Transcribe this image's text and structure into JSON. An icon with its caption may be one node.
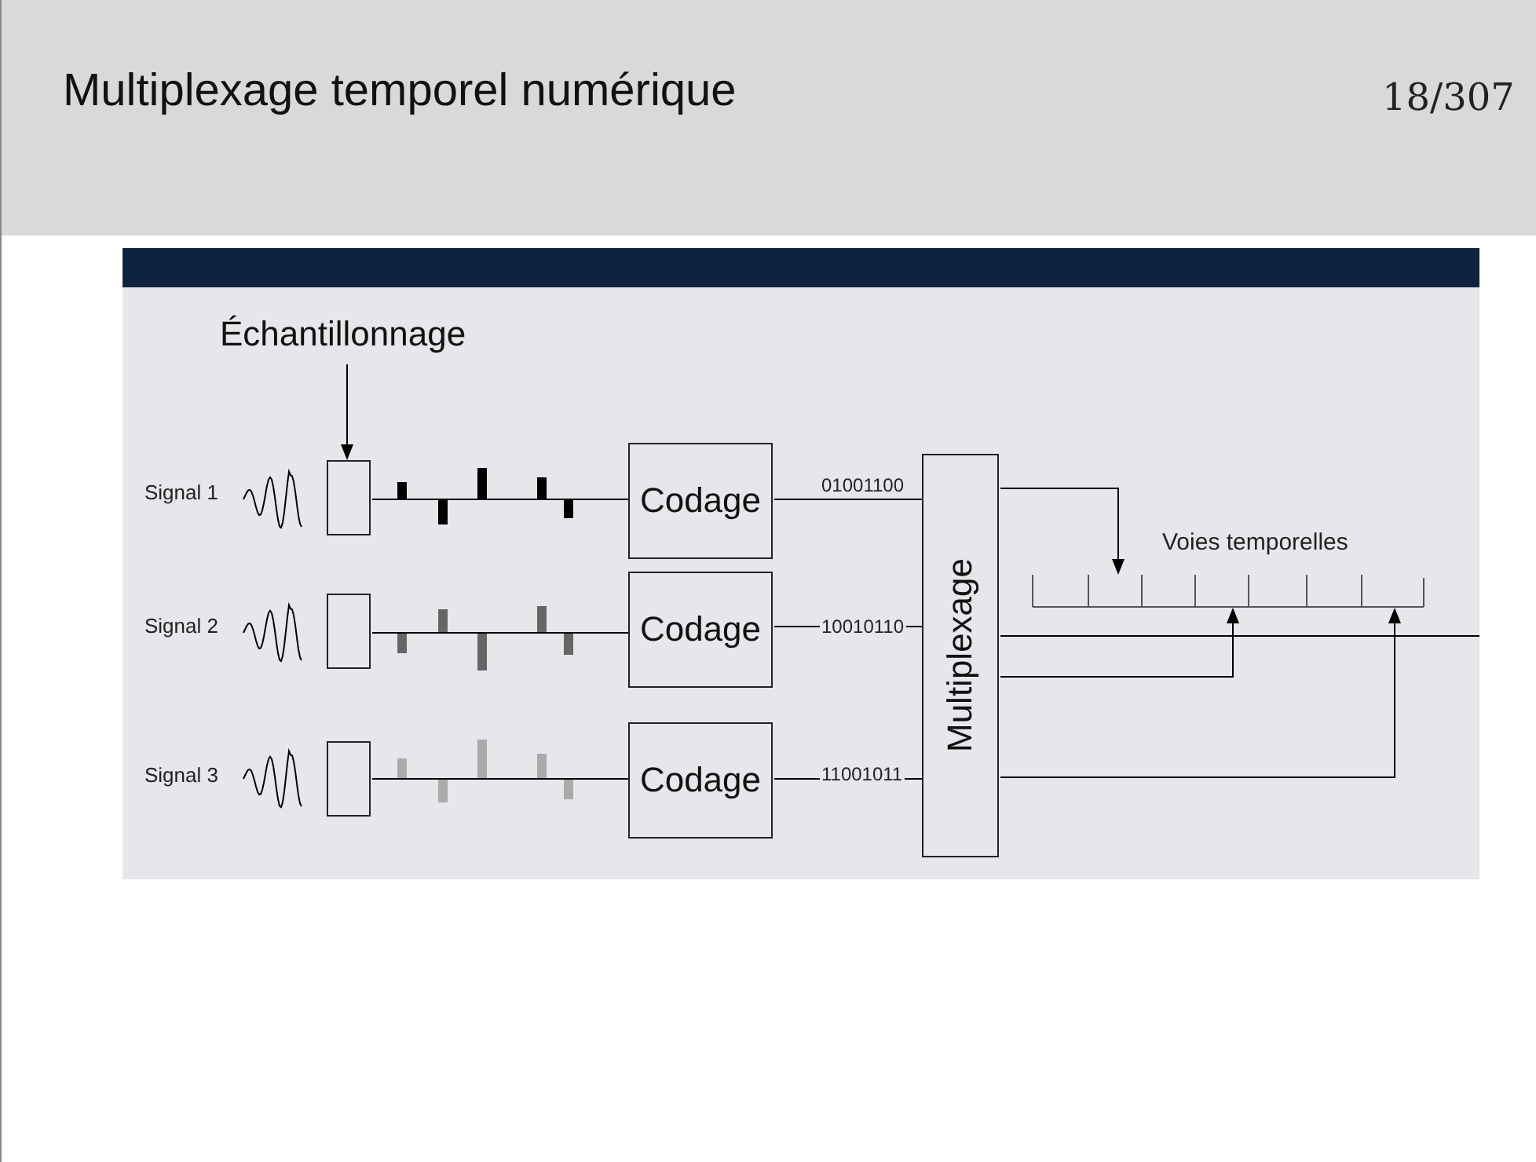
{
  "diagram": {
    "title": "Multiplexage temporel numérique",
    "nodes": [
      {
        "text": [
          "Échantillonnage"
        ]
      },
      {
        "text": [],
        "shape": "box"
      },
      {
        "text": [],
        "shape": "box"
      },
      {
        "text": [],
        "shape": "box"
      },
      {
        "text": [
          "Codage"
        ]
      },
      {
        "text": [
          "Codage"
        ]
      },
      {
        "text": [
          "Codage"
        ]
      },
      {
        "text": [
          "Multiplexage"
        ]
      },
      {
        "text": [],
        "shape": "bar",
        "beside": [
          "Voies temporelles"
        ]
      }
    ],
    "edges": [
      {
        "from": 0,
        "to": 1,
        "arrow": "to"
      },
      {
        "from": 1,
        "to": 4,
        "arrow": "none"
      },
      {
        "from": 2,
        "to": 5,
        "arrow": "none"
      },
      {
        "from": 3,
        "to": 6,
        "arrow": "none"
      },
      {
        "from": 4,
        "to": 7,
        "label": "01001100",
        "arrow": "none"
      },
      {
        "from": 5,
        "to": 7,
        "label": "10010110",
        "arrow": "none"
      },
      {
        "from": 6,
        "to": 7,
        "label": "11001011",
        "arrow": "none"
      },
      {
        "from": 7,
        "to": 8,
        "arrow": "to"
      },
      {
        "from": 7,
        "to": 8,
        "arrow": "to"
      },
      {
        "from": 7,
        "to": 8,
        "arrow": "to"
      },
      {
        "from": 7,
        "to": null,
        "arrow": "none"
      }
    ],
    "labels": [
      "18/307",
      "Signal 1",
      "Signal 2",
      "Signal 3"
    ]
  }
}
